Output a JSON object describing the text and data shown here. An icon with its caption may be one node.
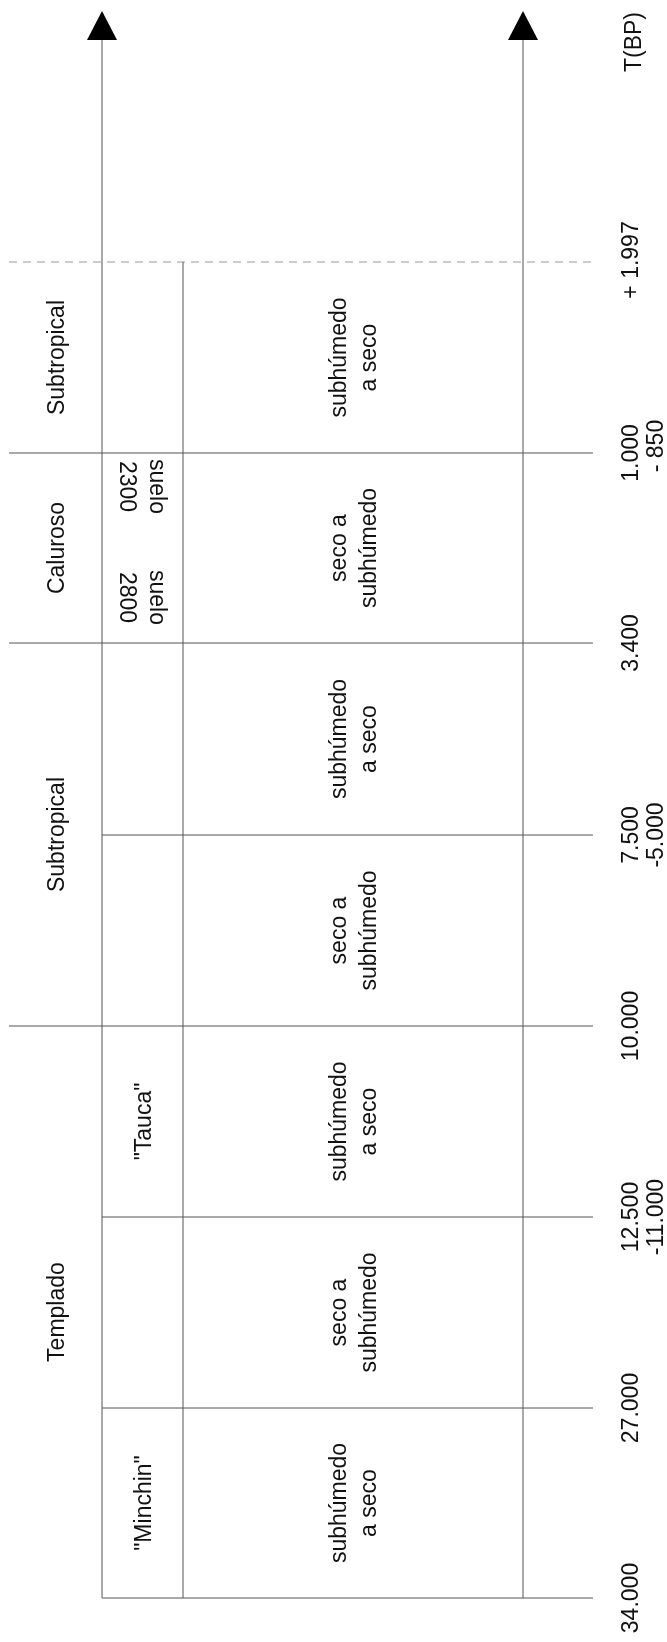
{
  "diagram": {
    "nodes": [
      {
        "text": [
          "Templado"
        ]
      },
      {
        "text": [
          "Subtropical"
        ]
      },
      {
        "text": [
          "Caluroso"
        ]
      },
      {
        "text": [
          "Subtropical"
        ]
      },
      {
        "text": [
          "\"Minchin\""
        ]
      },
      {
        "text": [
          "\"Tauca\""
        ]
      },
      {
        "text": [
          "suelo 2800",
          "suelo 2300"
        ]
      },
      {
        "text": [
          "subhúmedo a seco"
        ]
      },
      {
        "text": [
          "seco a subhúmedo"
        ]
      },
      {
        "text": [
          "subhúmedo a seco"
        ]
      },
      {
        "text": [
          "seco a subhúmedo"
        ]
      },
      {
        "text": [
          "subhúmedo a seco"
        ]
      },
      {
        "text": [
          "seco a subhúmedo"
        ]
      },
      {
        "text": [
          "subhúmedo a seco"
        ]
      }
    ],
    "labels": [
      "34.000",
      "27.000",
      "12.500",
      "-11.000",
      "10.000",
      "7.500",
      "-5.000",
      "3.400",
      "1.000",
      "- 850",
      "+ 1.997",
      "T(BP)"
    ]
  }
}
